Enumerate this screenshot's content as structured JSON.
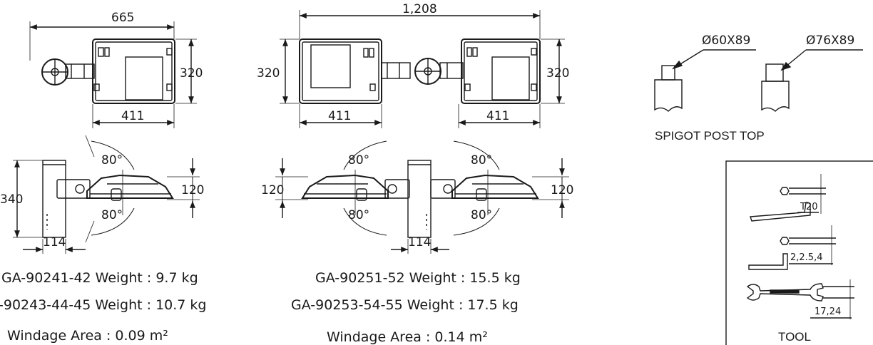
{
  "single": {
    "width": "665",
    "height": "320",
    "body_width": "411",
    "side_height": "340",
    "arm_height": "120",
    "tilt_up": "80°",
    "tilt_down": "80°",
    "post_width": "114",
    "weight_a": "GA-90241-42 Weight : 9.7 kg",
    "weight_b": "-90243-44-45 Weight : 10.7 kg",
    "windage": "Windage Area : 0.09 m²"
  },
  "double": {
    "width": "1,208",
    "height_left": "320",
    "height_right": "320",
    "body_left": "411",
    "body_right": "411",
    "arm_left": "120",
    "arm_right": "120",
    "tilt_up_left": "80°",
    "tilt_down_left": "80°",
    "tilt_up_right": "80°",
    "tilt_down_right": "80°",
    "post_width": "114",
    "weight_a": "GA-90251-52 Weight : 15.5 kg",
    "weight_b": "GA-90253-54-55 Weight : 17.5 kg",
    "windage": "Windage Area : 0.14 m²"
  },
  "spigot": {
    "small": "Ø60X89",
    "large": "Ø76X89",
    "caption": "SPIGOT POST TOP"
  },
  "tool": {
    "t20": "T20",
    "hex": "2,2.5,4",
    "wrench": "17,24",
    "caption": "TOOL"
  }
}
